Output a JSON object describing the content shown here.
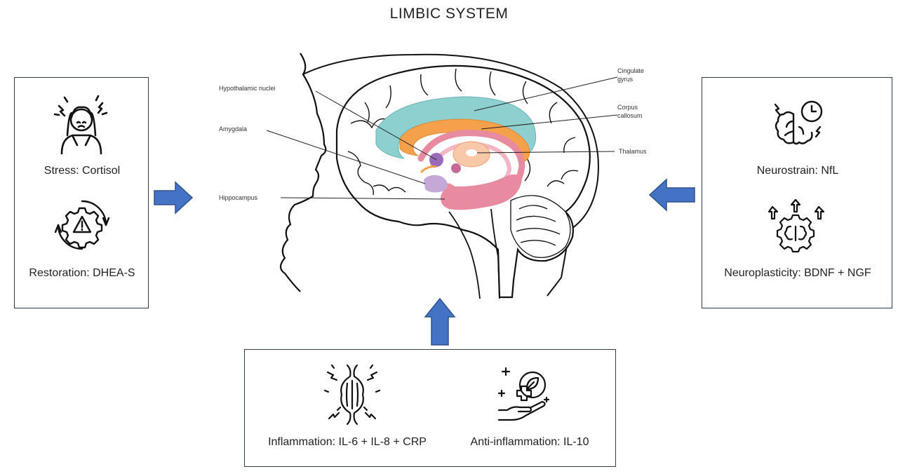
{
  "title": "LIMBIC SYSTEM",
  "left_panel": {
    "items": [
      {
        "label": "Stress: Cortisol",
        "icon": "stressed-person-icon"
      },
      {
        "label": "Restoration: DHEA-S",
        "icon": "gear-warning-icon"
      }
    ]
  },
  "right_panel": {
    "items": [
      {
        "label": "Neurostrain: NfL",
        "icon": "brain-clock-icon"
      },
      {
        "label": "Neuroplasticity: BDNF + NGF",
        "icon": "brain-gear-arrows-icon"
      }
    ]
  },
  "bottom_panel": {
    "items": [
      {
        "label": "Inflammation: IL-6 + IL-8 + CRP",
        "icon": "inflamed-muscle-icon"
      },
      {
        "label": "Anti-inflammation: IL-10",
        "icon": "hand-leaf-icon"
      }
    ]
  },
  "brain_labels": {
    "hypothalamic": "Hypothalamic nuclei",
    "amygdala": "Amygdala",
    "hippocampus": "Hippocampus",
    "cingulate_1": "Cingulate",
    "cingulate_2": "gyrus",
    "corpus_1": "Corpus",
    "corpus_2": "callosum",
    "thalamus": "Thalamus"
  },
  "colors": {
    "arrow": "#4472c4",
    "box_border": "#2b3a55",
    "cingulate": "#8ecfcf",
    "corpus": "#f5a04a",
    "pink": "#e88aa0",
    "purple": "#9a6bb8"
  }
}
